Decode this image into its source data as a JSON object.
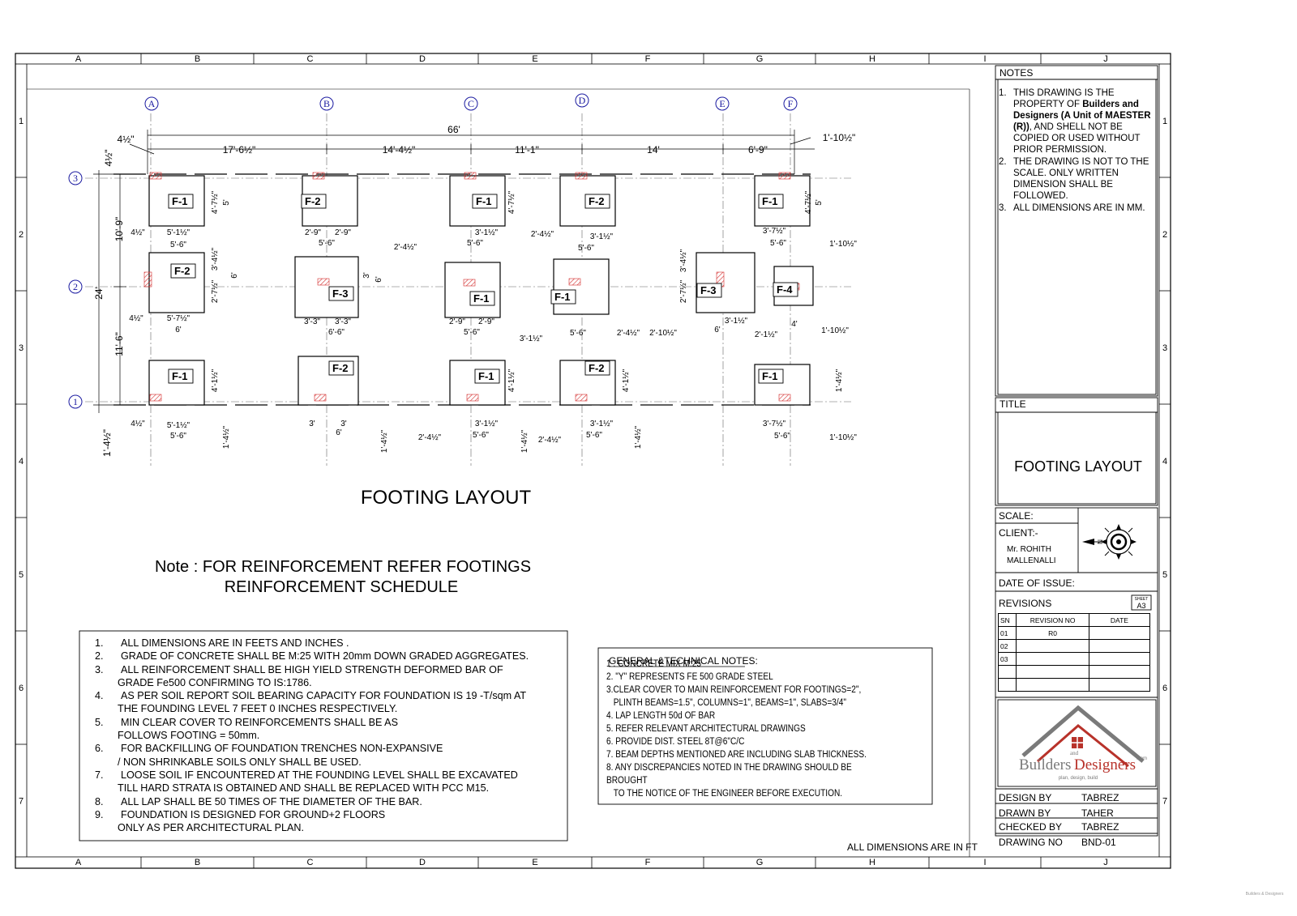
{
  "grid": {
    "columns": [
      "A",
      "B",
      "C",
      "D",
      "E",
      "F",
      "G",
      "H",
      "I",
      "J"
    ],
    "rows": [
      "1",
      "2",
      "3",
      "4",
      "5",
      "6",
      "7"
    ],
    "bubbles_top": [
      "A",
      "B",
      "C",
      "D",
      "E",
      "F"
    ],
    "bubbles_side": [
      "3",
      "2",
      "1"
    ]
  },
  "plan": {
    "footings": [
      {
        "label": "F-1"
      },
      {
        "label": "F-2"
      },
      {
        "label": "F-1"
      },
      {
        "label": "F-2"
      },
      {
        "label": "F-1"
      },
      {
        "label": "F-2"
      },
      {
        "label": "F-3"
      },
      {
        "label": "F-1"
      },
      {
        "label": "F-1"
      },
      {
        "label": "F-3"
      },
      {
        "label": "F-4"
      },
      {
        "label": "F-1"
      },
      {
        "label": "F-2"
      },
      {
        "label": "F-1"
      },
      {
        "label": "F-2"
      },
      {
        "label": "F-1"
      }
    ],
    "dimensions": {
      "overall_top": "66'",
      "top_spans": [
        "17'-6½\"",
        "14'-4½\"",
        "11'-1\"",
        "14'",
        "6'-9\""
      ],
      "top_left_offset": "4½\"",
      "top_right_offset": "1'-10½\"",
      "left_total": "24'",
      "left_spans": [
        "10'-9\"",
        "11'-6\""
      ],
      "left_top_offset": "4½\"",
      "left_bottom_offset": "1'-4½\"",
      "row1_widths": [
        "5'-6\"",
        "5'-6\"",
        "5'-6\"",
        "5'-6\"",
        "5'-6\""
      ],
      "misc": [
        "5'-1½\"",
        "2'-9\"",
        "3'-1½\"",
        "3'-7½\"",
        "5'-7½\"",
        "3'-3\"",
        "6'-6\"",
        "6'",
        "2'-4½\"",
        "3'-1½\"",
        "2'-10½\"",
        "2'-1½\"",
        "4'",
        "3'",
        "1'-10½\"",
        "4'-7½\"",
        "5'",
        "2'-7½\"",
        "3'-4½\"",
        "4'-1½\"",
        "1'-4½\""
      ]
    }
  },
  "drawing_title": "FOOTING LAYOUT",
  "reinforcement_note": {
    "line1": "Note : FOR REINFORCEMENT REFER FOOTINGS",
    "line2": "REINFORCEMENT SCHEDULE"
  },
  "general_notes": [
    {
      "n": "1.",
      "lines": [
        "ALL DIMENSIONS ARE IN FEETS AND INCHES ."
      ]
    },
    {
      "n": "2.",
      "lines": [
        "GRADE OF CONCRETE SHALL BE M:25 WITH 20mm DOWN GRADED AGGREGATES."
      ]
    },
    {
      "n": "3.",
      "lines": [
        "ALL REINFORCEMENT SHALL BE HIGH YIELD STRENGTH DEFORMED BAR OF",
        "GRADE Fe500 CONFIRMING TO IS:1786."
      ]
    },
    {
      "n": "4.",
      "lines": [
        "AS PER SOIL REPORT SOIL BEARING CAPACITY  FOR FOUNDATION IS 19 -T/sqm AT",
        "THE FOUNDING LEVEL 7 FEET 0 INCHES RESPECTIVELY."
      ]
    },
    {
      "n": "5.",
      "lines": [
        "MIN CLEAR COVER TO REINFORCEMENTS SHALL BE AS",
        "FOLLOWS FOOTING = 50mm."
      ]
    },
    {
      "n": "6.",
      "lines": [
        "FOR BACKFILLING OF FOUNDATION TRENCHES NON-EXPANSIVE",
        "/ NON SHRINKABLE SOILS ONLY SHALL BE USED."
      ]
    },
    {
      "n": "7.",
      "lines": [
        "LOOSE SOIL IF ENCOUNTERED AT THE FOUNDING LEVEL SHALL BE EXCAVATED",
        "TILL HARD  STRATA IS OBTAINED AND SHALL BE REPLACED WITH PCC M15."
      ]
    },
    {
      "n": "8.",
      "lines": [
        "ALL LAP SHALL BE 50 TIMES OF THE DIAMETER OF THE BAR."
      ]
    },
    {
      "n": "9.",
      "lines": [
        "FOUNDATION IS DESIGNED FOR  GROUND+2  FLOORS",
        "ONLY AS PER ARCHITECTURAL PLAN."
      ]
    }
  ],
  "technical_notes": {
    "heading": "GENERAL &TECHNICAL NOTES:",
    "items": [
      {
        "lines": [
          "1 . CONCRETE MIX M:25"
        ]
      },
      {
        "lines": [
          "2. \"Y\" REPRESENTS FE 500 GRADE STEEL"
        ]
      },
      {
        "lines": [
          "3.CLEAR COVER TO MAIN REINFORCEMENT FOR  FOOTINGS=2\",",
          "PLINTH BEAMS=1.5\", COLUMNS=1\", BEAMS=1\",  SLABS=3/4\""
        ]
      },
      {
        "lines": [
          "4. LAP LENGTH 50d OF BAR"
        ]
      },
      {
        "lines": [
          "5. REFER RELEVANT ARCHITECTURAL DRAWINGS"
        ]
      },
      {
        "lines": [
          "6. PROVIDE DIST. STEEL 8T@6\"C/C"
        ]
      },
      {
        "lines": [
          "7. BEAM DEPTHS MENTIONED ARE INCLUDING SLAB THICKNESS."
        ]
      },
      {
        "lines": [
          "8. ANY DISCREPANCIES NOTED IN THE DRAWING SHOULD BE BROUGHT",
          "TO THE NOTICE OF THE ENGINEER BEFORE EXECUTION."
        ]
      }
    ]
  },
  "units_note": "ALL DIMENSIONS ARE IN  FT",
  "title_block": {
    "notes_heading": "NOTES",
    "notes": [
      {
        "n": "1.",
        "text": "THIS DRAWING IS THE PROPERTY OF ",
        "bold": "Builders and Designers (A Unit of MAESTER (R))",
        "after": ",  AND SHELL NOT BE COPIED OR USED WITHOUT PRIOR PERMISSION."
      },
      {
        "n": "2.",
        "text": "THE DRAWING  IS NOT TO THE SCALE. ONLY WRITTEN DIMENSION SHALL BE FOLLOWED.",
        "bold": "",
        "after": ""
      },
      {
        "n": "3.",
        "text": "ALL DIMENSIONS ARE IN MM.",
        "bold": "",
        "after": ""
      }
    ],
    "title_heading": "TITLE",
    "title": "FOOTING LAYOUT",
    "scale_label": "SCALE:",
    "client_label": "CLIENT:-",
    "client_name_1": "Mr. ROHITH",
    "client_name_2": "MALLENALLI",
    "north_letter": "N",
    "date_label": "DATE OF ISSUE:",
    "revisions_label": "REVISIONS",
    "sheet_label": "SHEET",
    "sheet_size": "A3",
    "revision_headers": [
      "SN",
      "REVISION NO",
      "DATE"
    ],
    "revision_rows": [
      [
        "01",
        "R0",
        ""
      ],
      [
        "02",
        "",
        ""
      ],
      [
        "03",
        "",
        ""
      ],
      [
        "",
        "",
        ""
      ],
      [
        "",
        "",
        ""
      ]
    ],
    "logo": {
      "and": "and",
      "builders": "Builders",
      "designers": "Designers",
      "com": ".com",
      "tagline": "plan, design, build"
    },
    "design_by_label": "DESIGN BY",
    "design_by": "TABREZ",
    "drawn_by_label": "DRAWN BY",
    "drawn_by": "TAHER",
    "checked_by_label": "CHECKED BY",
    "checked_by": "TABREZ",
    "drawing_no_label": "DRAWING NO",
    "drawing_no": "BND-01"
  },
  "watermark": "Builders & Designers",
  "colors": {
    "line": "#000000",
    "hatch": "#d22b2b",
    "gridline": "#666666",
    "bubble": "#1a1aa0",
    "logo_red": "#b8322a",
    "logo_grey": "#7a7a7a"
  }
}
